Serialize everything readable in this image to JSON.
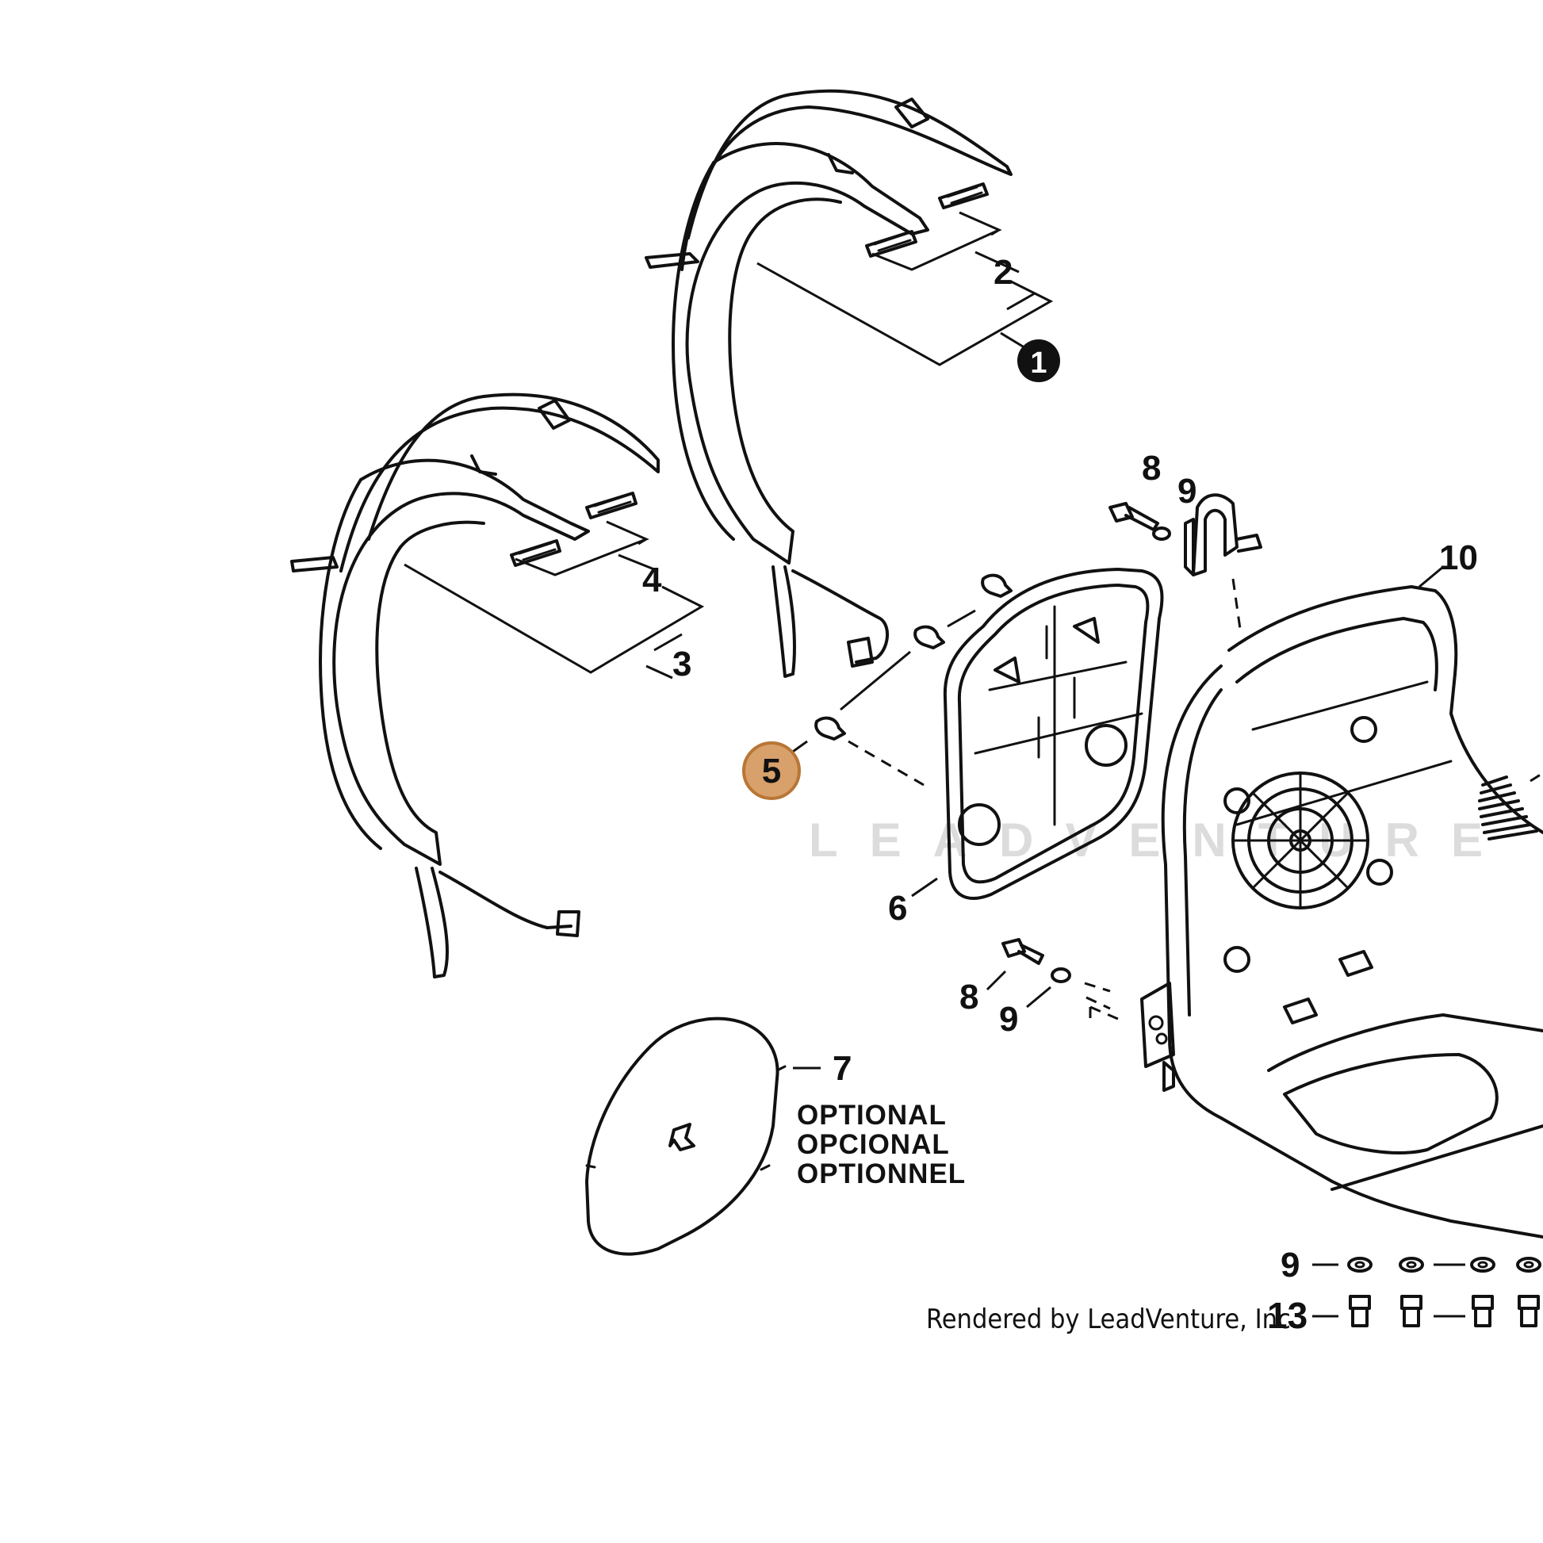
{
  "callouts": {
    "kit": "1",
    "strap_clips_upper": "2",
    "strap_lower": "3",
    "strap_clips_lower": "4",
    "plug": "5",
    "back_pad": "6",
    "plate": "7",
    "screw_upper": "8",
    "washer_upper": "9",
    "screw_lower": "8",
    "washer_lower": "9",
    "housing": "10",
    "washer_row": "9",
    "screw_row": "13"
  },
  "optional_label": [
    "OPTIONAL",
    "OPCIONAL",
    "OPTIONNEL"
  ],
  "credit": "Rendered by LeadVenture, Inc.",
  "watermark": "LEADVENTURE",
  "highlight_color": "#d8a06a",
  "line_color": "#111111"
}
